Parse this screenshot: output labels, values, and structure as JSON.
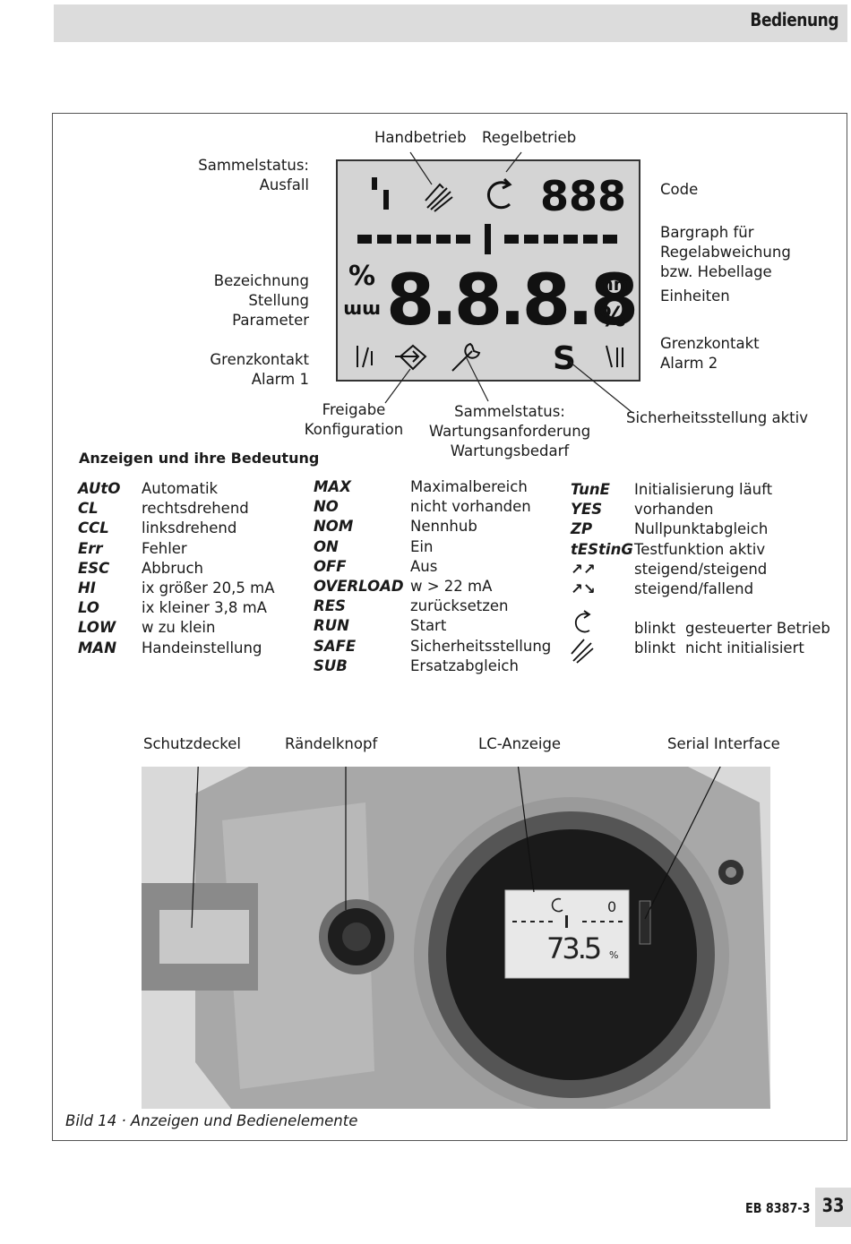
{
  "header": {
    "title": "Bedienung"
  },
  "lcd_diagram": {
    "digits_code": "888",
    "digits_main": "8.8.8.8",
    "unit_percent": "%",
    "unit_mm": "mm",
    "safe_symbol": "S",
    "labels": {
      "handbetrieb": "Handbetrieb",
      "regelbetrieb": "Regelbetrieb",
      "sammelstatus_ausfall_1": "Sammelstatus:",
      "sammelstatus_ausfall_2": "Ausfall",
      "code": "Code",
      "bargraph_1": "Bargraph für",
      "bargraph_2": "Regelabweichung",
      "bargraph_3": "bzw. Hebellage",
      "einheiten": "Einheiten",
      "bezeichnung_1": "Bezeichnung",
      "bezeichnung_2": "Stellung",
      "bezeichnung_3": "Parameter",
      "grenzkontakt1_1": "Grenzkontakt",
      "grenzkontakt1_2": "Alarm 1",
      "grenzkontakt2_1": "Grenzkontakt",
      "grenzkontakt2_2": "Alarm 2",
      "freigabe_1": "Freigabe",
      "freigabe_2": "Konfiguration",
      "wartung_1": "Sammelstatus:",
      "wartung_2": "Wartungsanforderung",
      "wartung_3": "Wartungsbedarf",
      "sicherheit": "Sicherheitsstellung aktiv"
    }
  },
  "legend": {
    "heading": "Anzeigen und ihre Bedeutung",
    "col1": [
      {
        "code": "AUtO",
        "text": "Automatik"
      },
      {
        "code": "CL",
        "text": "rechtsdrehend"
      },
      {
        "code": "CCL",
        "text": "linksdrehend"
      },
      {
        "code": "Err",
        "text": "Fehler"
      },
      {
        "code": "ESC",
        "text": "Abbruch"
      },
      {
        "code": "HI",
        "text": "ix größer 20,5 mA"
      },
      {
        "code": "LO",
        "text": "ix kleiner 3,8 mA"
      },
      {
        "code": "LOW",
        "text": "w zu klein"
      },
      {
        "code": "MAN",
        "text": "Handeinstellung"
      }
    ],
    "col2": [
      {
        "code": "MAX",
        "text": "Maximalbereich"
      },
      {
        "code": "NO",
        "text": "nicht vorhanden"
      },
      {
        "code": "NOM",
        "text": "Nennhub"
      },
      {
        "code": "ON",
        "text": "Ein"
      },
      {
        "code": "OFF",
        "text": "Aus"
      },
      {
        "code": "OVERLOAD",
        "text": "w > 22 mA"
      },
      {
        "code": "RES",
        "text": "zurücksetzen"
      },
      {
        "code": "RUN",
        "text": "Start"
      },
      {
        "code": "SAFE",
        "text": "Sicherheitsstellung"
      },
      {
        "code": "SUB",
        "text": "Ersatzabgleich"
      }
    ],
    "col3": [
      {
        "code": "TunE",
        "text": "Initialisierung läuft"
      },
      {
        "code": "YES",
        "text": "vorhanden"
      },
      {
        "code": "ZP",
        "text": "Nullpunktabgleich"
      },
      {
        "code": "tEStinG",
        "text": "Testfunktion aktiv"
      },
      {
        "code": "↗↗",
        "text": "steigend/steigend"
      },
      {
        "code": "↗↘",
        "text": "steigend/fallend"
      }
    ],
    "blink": [
      {
        "word": "blinkt",
        "text": "gesteuerter Betrieb"
      },
      {
        "word": "blinkt",
        "text": "nicht initialisiert"
      }
    ]
  },
  "photo": {
    "labels": {
      "schutzdeckel": "Schutzdeckel",
      "raendelknopf": "Rändelknopf",
      "lc_anzeige": "LC-Anzeige",
      "serial": "Serial Interface"
    },
    "display_code": "0",
    "display_value": "73.5",
    "display_unit": "%"
  },
  "caption": "Bild 14 · Anzeigen und Bedienelemente",
  "footer": {
    "doc": "EB 8387-3",
    "page": "33"
  }
}
